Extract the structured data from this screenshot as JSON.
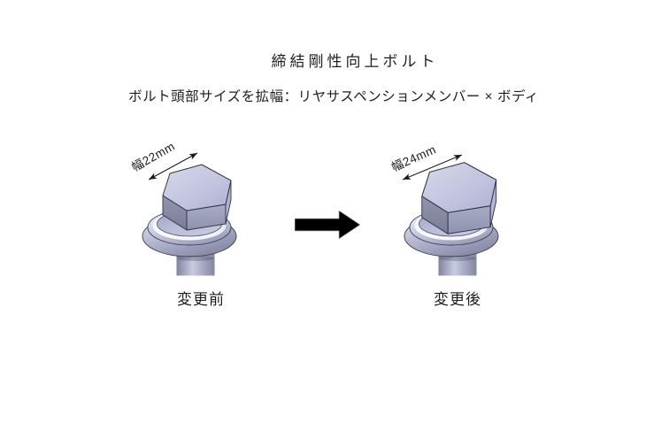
{
  "header": {
    "title": "締結剛性向上ボルト",
    "subtitle": "ボルト頭部サイズを拡幅：リヤサスペンションメンバー × ボディ"
  },
  "figures": {
    "before": {
      "dimension_label": "幅22mm",
      "caption": "変更前"
    },
    "after": {
      "dimension_label": "幅24mm",
      "caption": "変更後"
    }
  },
  "icons": {
    "transition_arrow": "right-arrow"
  },
  "colors": {
    "background": "#ffffff",
    "text": "#1e1e1e",
    "bolt_top_light": "#c3c5e0",
    "bolt_face_dark": "#7a7d94",
    "bolt_flange_mid": "#b0b3cd",
    "bolt_highlight": "#ffffff",
    "outline": "#32324a",
    "arrow_fill": "#000000"
  }
}
